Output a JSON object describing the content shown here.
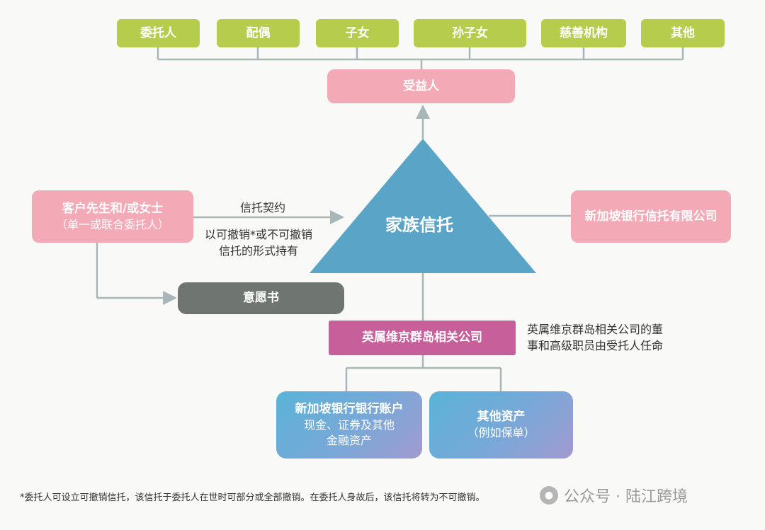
{
  "beneficiary_types": [
    "委托人",
    "配偶",
    "子女",
    "孙子女",
    "慈善机构",
    "其他"
  ],
  "beneficiary": "受益人",
  "trust": "家族信托",
  "client": {
    "title": "客户先生和/或女士",
    "subtitle": "（单一或联合委托人）"
  },
  "trustee": "新加坡银行信托有限公司",
  "letter_of_wishes": "意愿书",
  "contract": {
    "label": "信托契约",
    "note_line1": "以可撤销*或不可撤销",
    "note_line2": "信托的形式持有"
  },
  "bvi_company": "英属维京群岛相关公司",
  "bvi_note": {
    "line1": "英属维京群岛相关公司的董",
    "line2": "事和高级职员由受托人任命"
  },
  "bank_account": {
    "title": "新加坡银行银行账户",
    "line2": "现金、证券及其他",
    "line3": "金融资产"
  },
  "other_assets": {
    "title": "其他资产",
    "subtitle": "（例如保单）"
  },
  "footnote": "*委托人可设立可撤销信托，该信托于委托人在世时可部分或全部撤销。在委托人身故后，该信托将转为不可撤销。",
  "watermark": "公众号 · 陆江跨境",
  "colors": {
    "green": "#b6cc4c",
    "pink": "#f4a9b6",
    "grey": "#6f7571",
    "magenta": "#c65f9a",
    "triangle": "#5aa4c7",
    "line": "#a8b6b8"
  }
}
